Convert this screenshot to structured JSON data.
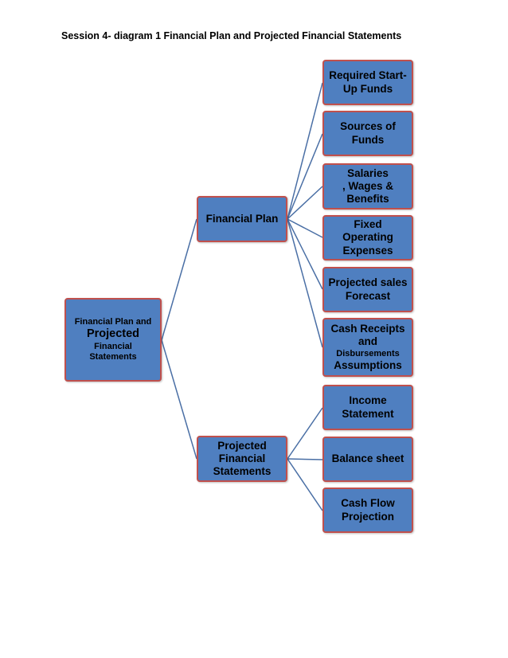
{
  "title": "Session 4- diagram 1 Financial Plan and Projected Financial Statements",
  "colors": {
    "node_fill": "#4f7fc0",
    "node_border": "#c0504d",
    "connector": "#4a6fa5"
  },
  "root": {
    "line1": "Financial Plan and",
    "line2": "Projected",
    "line3": "Financial",
    "line4": "Statements"
  },
  "branches": {
    "financial_plan": {
      "label": "Financial Plan",
      "children": [
        {
          "lines": [
            "Required Start-",
            "Up Funds"
          ]
        },
        {
          "lines": [
            "Sources of",
            "Funds"
          ]
        },
        {
          "lines": [
            "Salaries",
            ", Wages &",
            "Benefits"
          ]
        },
        {
          "lines": [
            "Fixed",
            "Operating",
            "Expenses"
          ]
        },
        {
          "lines": [
            "Projected sales",
            "Forecast"
          ]
        },
        {
          "lines": [
            "Cash Receipts",
            "and",
            "Disbursements",
            "Assumptions"
          ]
        }
      ]
    },
    "projected_statements": {
      "lines": [
        "Projected",
        "Financial",
        "Statements"
      ],
      "children": [
        {
          "lines": [
            "Income",
            "Statement"
          ]
        },
        {
          "lines": [
            "Balance sheet"
          ]
        },
        {
          "lines": [
            "Cash Flow",
            "Projection"
          ]
        }
      ]
    }
  }
}
